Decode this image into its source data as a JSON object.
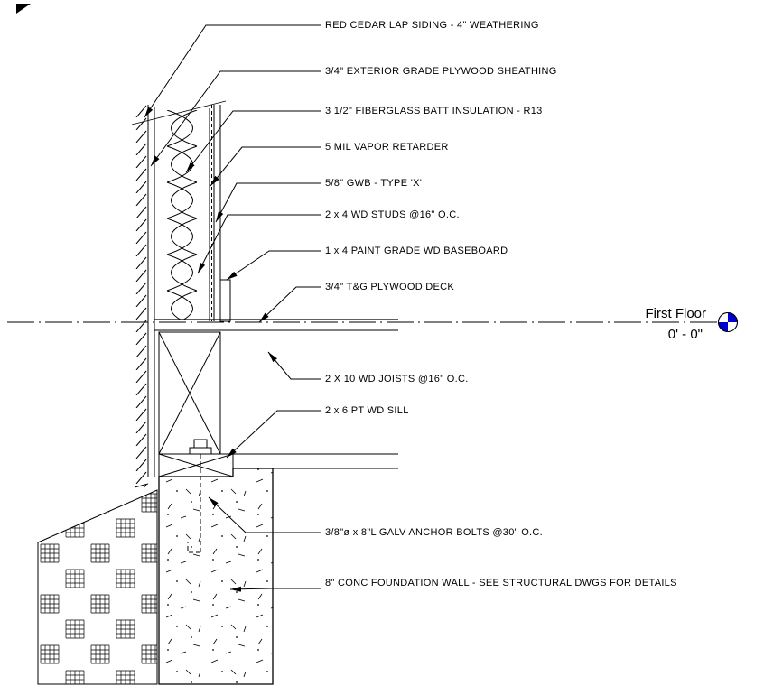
{
  "drawing": {
    "type": "architectural wall section detail",
    "background": "#ffffff",
    "line_color": "#000000"
  },
  "level": {
    "name": "First Floor",
    "elevation": "0' - 0\"",
    "marker_blue": "#0000cd"
  },
  "annotations": [
    {
      "id": "siding",
      "label": "RED CEDAR LAP SIDING - 4\" WEATHERING"
    },
    {
      "id": "sheathing",
      "label": "3/4\" EXTERIOR GRADE PLYWOOD SHEATHING"
    },
    {
      "id": "insulation",
      "label": "3 1/2\" FIBERGLASS BATT INSULATION - R13"
    },
    {
      "id": "vapor_retarder",
      "label": "5 MIL VAPOR RETARDER"
    },
    {
      "id": "gwb",
      "label": "5/8\" GWB - TYPE 'X'"
    },
    {
      "id": "studs",
      "label": "2 x 4 WD STUDS @16\" O.C."
    },
    {
      "id": "baseboard",
      "label": "1 x 4 PAINT GRADE WD BASEBOARD"
    },
    {
      "id": "deck",
      "label": "3/4\" T&G PLYWOOD DECK"
    },
    {
      "id": "joists",
      "label": "2 X 10 WD JOISTS @16\" O.C."
    },
    {
      "id": "sill",
      "label": "2 x 6 PT WD SILL"
    },
    {
      "id": "anchor_bolts",
      "label": "3/8\"ø x 8\"L GALV ANCHOR BOLTS @30\" O.C."
    },
    {
      "id": "foundation",
      "label": "8\" CONC FOUNDATION WALL - SEE STRUCTURAL DWGS FOR DETAILS"
    }
  ]
}
